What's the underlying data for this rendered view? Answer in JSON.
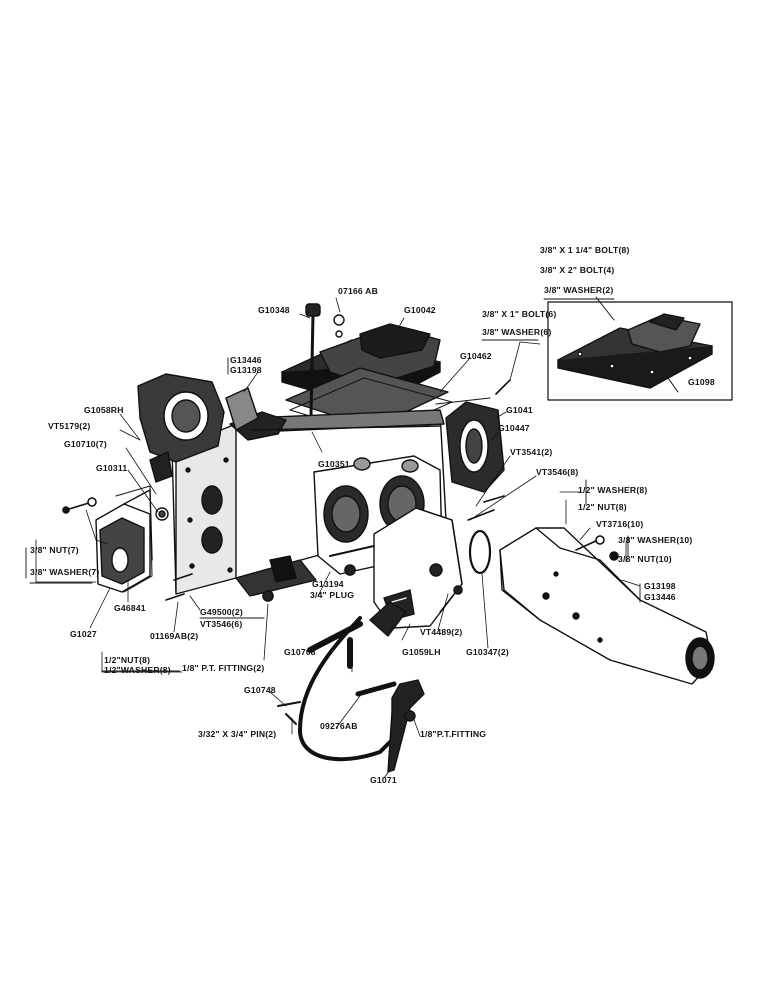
{
  "callouts": {
    "bolt_3_8x1_1_4": "3/8\" X 1 1/4\" BOLT(8)",
    "bolt_3_8x2": "3/8\" X 2\" BOLT(4)",
    "washer_3_8_2": "3/8\" WASHER(2)",
    "g07166ab": "07166 AB",
    "g10348": "G10348",
    "g10042": "G10042",
    "bolt_3_8x1_6": "3/8\" X 1\" BOLT(6)",
    "washer_3_8_6": "3/8\" WASHER(6)",
    "g13446_top": "G13446",
    "g13198_top": "G13198",
    "g10462": "G10462",
    "g1098": "G1098",
    "g1058rh": "G1058RH",
    "g1041": "G1041",
    "vt5179": "VT5179(2)",
    "g10447": "G10447",
    "g10710": "G10710(7)",
    "g10351": "G10351",
    "vt3541": "VT3541(2)",
    "g10311": "G10311",
    "vt3546_8": "VT3546(8)",
    "washer_1_2_8": "1/2\" WASHER(8)",
    "nut_1_2_8": "1/2\" NUT(8)",
    "vt3716": "VT3716(10)",
    "washer_10": "3/8\" WASHER(10)",
    "nut_10": "3/8\" NUT(10)",
    "nut_7": "3/8\" NUT(7)",
    "washer_7": "3/8\" WASHER(7)",
    "g13194": "G13194",
    "plug_3_4": "3/4\" PLUG",
    "g13198_right": "G13198",
    "g13446_right": "G13446",
    "g46841": "G46841",
    "g49500": "G49500(2)",
    "vt3546_6": "VT3546(6)",
    "vt4489": "VT4489(2)",
    "g1027": "G1027",
    "o1169ab": "01169AB(2)",
    "g10708": "G10708",
    "g1059lh": "G1059LH",
    "g10347": "G10347(2)",
    "nut_1_2_half": "1/2\"NUT(8)",
    "washer_1_2_half": "1/2\"WASHER(8)",
    "fitting_1_8_2": "1/8\" P.T. FITTING(2)",
    "g10748": "G10748",
    "pin": "3/32\" X 3/4\" PIN(2)",
    "o9276ab": "09276AB",
    "fitting_1_8": "1/8\"P.T.FITTING",
    "g1071": "G1071"
  }
}
